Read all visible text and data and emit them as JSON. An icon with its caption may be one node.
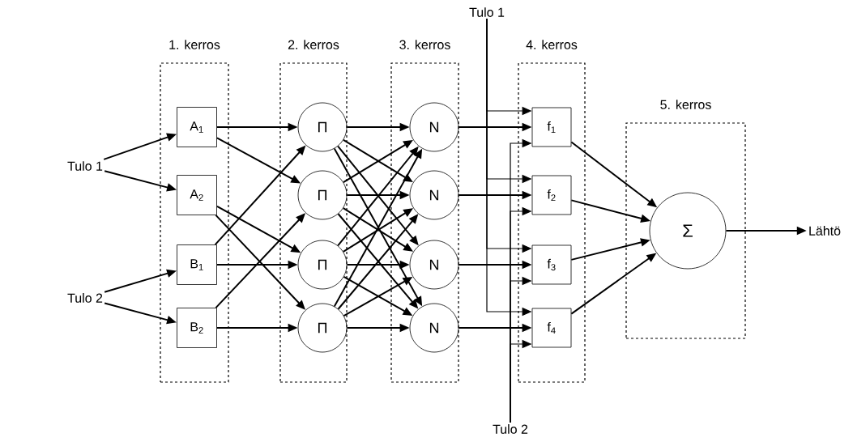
{
  "diagram": {
    "nodes": [
      {
        "text": [
          "Tulo 1"
        ]
      },
      {
        "text": [
          "Tulo 2"
        ]
      },
      {
        "text": [
          "1. kerros"
        ]
      },
      {
        "text": [
          "A$_{1}$"
        ],
        "in": 2
      },
      {
        "text": [
          "A$_{2}$"
        ],
        "in": 2
      },
      {
        "text": [
          "B$_{1}$"
        ],
        "in": 2
      },
      {
        "text": [
          "B$_{2}$"
        ],
        "in": 2
      },
      {
        "text": [
          "2. kerros"
        ]
      },
      {
        "text": [
          "Π"
        ],
        "in": 7
      },
      {
        "text": [
          "Π"
        ],
        "in": 7
      },
      {
        "text": [
          "Π"
        ],
        "in": 7
      },
      {
        "text": [
          "Π"
        ],
        "in": 7
      },
      {
        "text": [
          "3. kerros"
        ]
      },
      {
        "text": [
          "N"
        ],
        "in": 12
      },
      {
        "text": [
          "N"
        ],
        "in": 12
      },
      {
        "text": [
          "N"
        ],
        "in": 12
      },
      {
        "text": [
          "N"
        ],
        "in": 12
      },
      {
        "text": [
          "Tulo 1"
        ]
      },
      {
        "text": [
          "4. kerros"
        ]
      },
      {
        "text": [
          "f$_{1}$"
        ],
        "in": 18
      },
      {
        "text": [
          "f$_{2}$"
        ],
        "in": 18
      },
      {
        "text": [
          "f$_{3}$"
        ],
        "in": 18
      },
      {
        "text": [
          "f$_{4}$"
        ],
        "in": 18
      },
      {
        "text": [
          "Tulo 2"
        ]
      },
      {
        "text": [
          "5. kerros"
        ]
      },
      {
        "text": [
          "Σ"
        ],
        "in": 24
      },
      {
        "text": [
          "Lähtö"
        ]
      }
    ],
    "edges": [
      {
        "from": 0,
        "to": 3,
        "arrow": "to"
      },
      {
        "from": 0,
        "to": 4,
        "arrow": "to"
      },
      {
        "from": 1,
        "to": 5,
        "arrow": "to"
      },
      {
        "from": 1,
        "to": 6,
        "arrow": "to"
      },
      {
        "from": 3,
        "to": 8,
        "arrow": "to"
      },
      {
        "from": 3,
        "to": 9,
        "arrow": "to"
      },
      {
        "from": 4,
        "to": 10,
        "arrow": "to"
      },
      {
        "from": 4,
        "to": 11,
        "arrow": "to"
      },
      {
        "from": 5,
        "to": 8,
        "arrow": "to"
      },
      {
        "from": 5,
        "to": 10,
        "arrow": "to"
      },
      {
        "from": 6,
        "to": 9,
        "arrow": "to"
      },
      {
        "from": 6,
        "to": 11,
        "arrow": "to"
      },
      {
        "from": 8,
        "to": 13,
        "arrow": "to"
      },
      {
        "from": 8,
        "to": 14,
        "arrow": "to"
      },
      {
        "from": 8,
        "to": 15,
        "arrow": "to"
      },
      {
        "from": 8,
        "to": 16,
        "arrow": "to"
      },
      {
        "from": 9,
        "to": 13,
        "arrow": "to"
      },
      {
        "from": 9,
        "to": 14,
        "arrow": "to"
      },
      {
        "from": 9,
        "to": 15,
        "arrow": "to"
      },
      {
        "from": 9,
        "to": 16,
        "arrow": "to"
      },
      {
        "from": 10,
        "to": 13,
        "arrow": "to"
      },
      {
        "from": 10,
        "to": 14,
        "arrow": "to"
      },
      {
        "from": 10,
        "to": 15,
        "arrow": "to"
      },
      {
        "from": 10,
        "to": 16,
        "arrow": "to"
      },
      {
        "from": 11,
        "to": 13,
        "arrow": "to"
      },
      {
        "from": 11,
        "to": 14,
        "arrow": "to"
      },
      {
        "from": 11,
        "to": 15,
        "arrow": "to"
      },
      {
        "from": 11,
        "to": 16,
        "arrow": "to"
      },
      {
        "from": 13,
        "to": 19,
        "arrow": "to"
      },
      {
        "from": 14,
        "to": 20,
        "arrow": "to"
      },
      {
        "from": 15,
        "to": 21,
        "arrow": "to"
      },
      {
        "from": 16,
        "to": 22,
        "arrow": "to"
      },
      {
        "from": 17,
        "to": 19,
        "arrow": "to"
      },
      {
        "from": 17,
        "to": 20,
        "arrow": "to"
      },
      {
        "from": 17,
        "to": 21,
        "arrow": "to"
      },
      {
        "from": 17,
        "to": 22,
        "arrow": "to"
      },
      {
        "from": 23,
        "to": 19,
        "arrow": "to"
      },
      {
        "from": 23,
        "to": 20,
        "arrow": "to"
      },
      {
        "from": 23,
        "to": 21,
        "arrow": "to"
      },
      {
        "from": 23,
        "to": 22,
        "arrow": "to"
      },
      {
        "from": 19,
        "to": 25,
        "arrow": "to"
      },
      {
        "from": 20,
        "to": 25,
        "arrow": "to"
      },
      {
        "from": 21,
        "to": 25,
        "arrow": "to"
      },
      {
        "from": 22,
        "to": 25,
        "arrow": "to"
      },
      {
        "from": 25,
        "to": 26,
        "arrow": "to"
      }
    ]
  }
}
